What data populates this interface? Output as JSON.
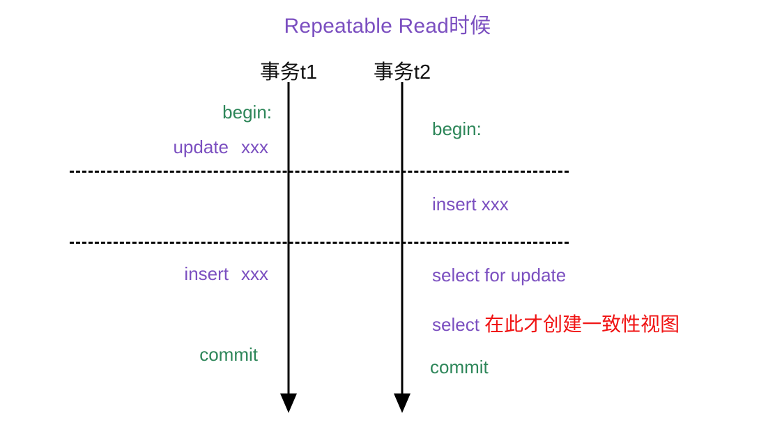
{
  "diagram": {
    "title": "Repeatable Read时候",
    "colors": {
      "purple": "#7b4fc0",
      "green": "#2d8659",
      "red": "#f01414",
      "black": "#000000",
      "background": "#ffffff"
    },
    "lifelines": [
      {
        "name": "t1",
        "label": "事务t1"
      },
      {
        "name": "t2",
        "label": "事务t2"
      }
    ],
    "dividers": [
      {
        "name": "divider-1"
      },
      {
        "name": "divider-2"
      }
    ],
    "t1_statements": [
      {
        "text": "begin:",
        "color": "green"
      },
      {
        "text_a": "update",
        "text_b": "xxx",
        "color": "purple"
      },
      {
        "text_a": "insert",
        "text_b": "xxx",
        "color": "purple"
      },
      {
        "text": "commit",
        "color": "green"
      }
    ],
    "t2_statements": [
      {
        "text": "begin:",
        "color": "green"
      },
      {
        "text": "insert xxx",
        "color": "purple"
      },
      {
        "text": "select for update",
        "color": "purple"
      },
      {
        "text_a": "select",
        "text_b": "在此才创建一致性视图",
        "color": "purple"
      },
      {
        "text": "commit",
        "color": "green"
      }
    ]
  }
}
